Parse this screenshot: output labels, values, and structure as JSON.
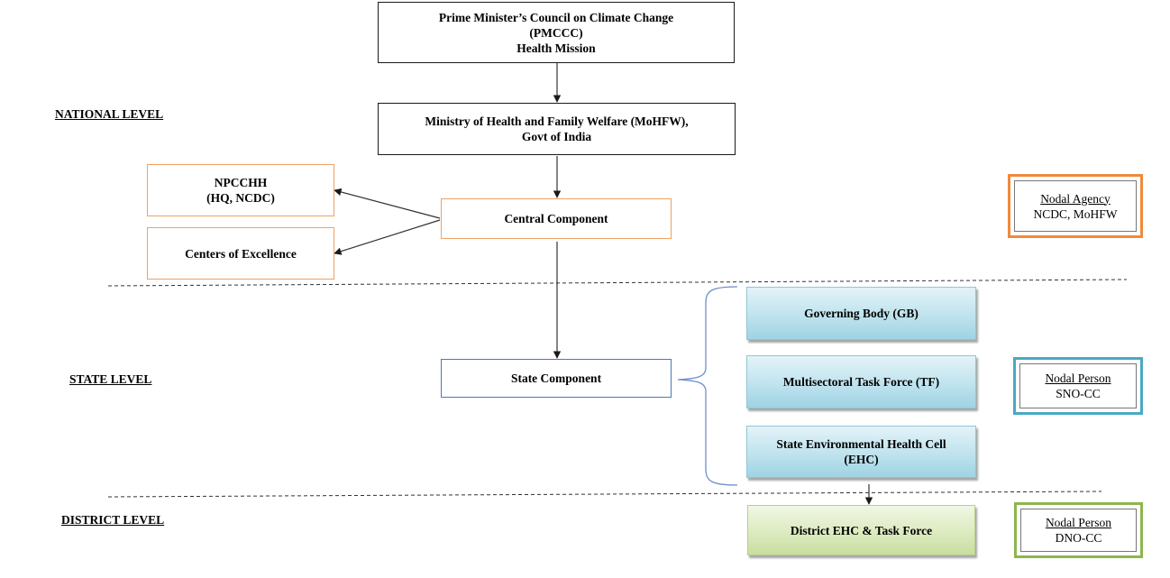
{
  "levels": {
    "national": "NATIONAL LEVEL",
    "state": "STATE LEVEL",
    "district": "DISTRICT LEVEL"
  },
  "nodes": {
    "pmccc": {
      "line1": "Prime Minister’s Council on Climate Change",
      "line2": "(PMCCC)",
      "line3": "Health Mission"
    },
    "mohfw": {
      "line1": "Ministry of Health and Family Welfare (MoHFW),",
      "line2": "Govt of India"
    },
    "npcchh": {
      "line1": "NPCCHH",
      "line2": "(HQ, NCDC)"
    },
    "coe": {
      "label": "Centers of Excellence"
    },
    "central": {
      "label": "Central Component"
    },
    "state": {
      "label": "State Component"
    },
    "gb": {
      "label": "Governing Body (GB)"
    },
    "tf": {
      "label": "Multisectoral Task Force (TF)"
    },
    "ehc": {
      "line1": "State Environmental Health Cell",
      "line2": "(EHC)"
    },
    "district": {
      "label": "District  EHC & Task Force"
    }
  },
  "nodal": {
    "agency": {
      "title": "Nodal Agency",
      "value": "NCDC, MoHFW"
    },
    "sno": {
      "title": "Nodal Person",
      "value": "SNO-CC"
    },
    "dno": {
      "title": "Nodal Person",
      "value": "DNO-CC"
    }
  },
  "colors": {
    "orange": "#ef8a3c",
    "teal": "#4aa9c6",
    "green": "#8db64e",
    "blue": "#4a78c2"
  }
}
